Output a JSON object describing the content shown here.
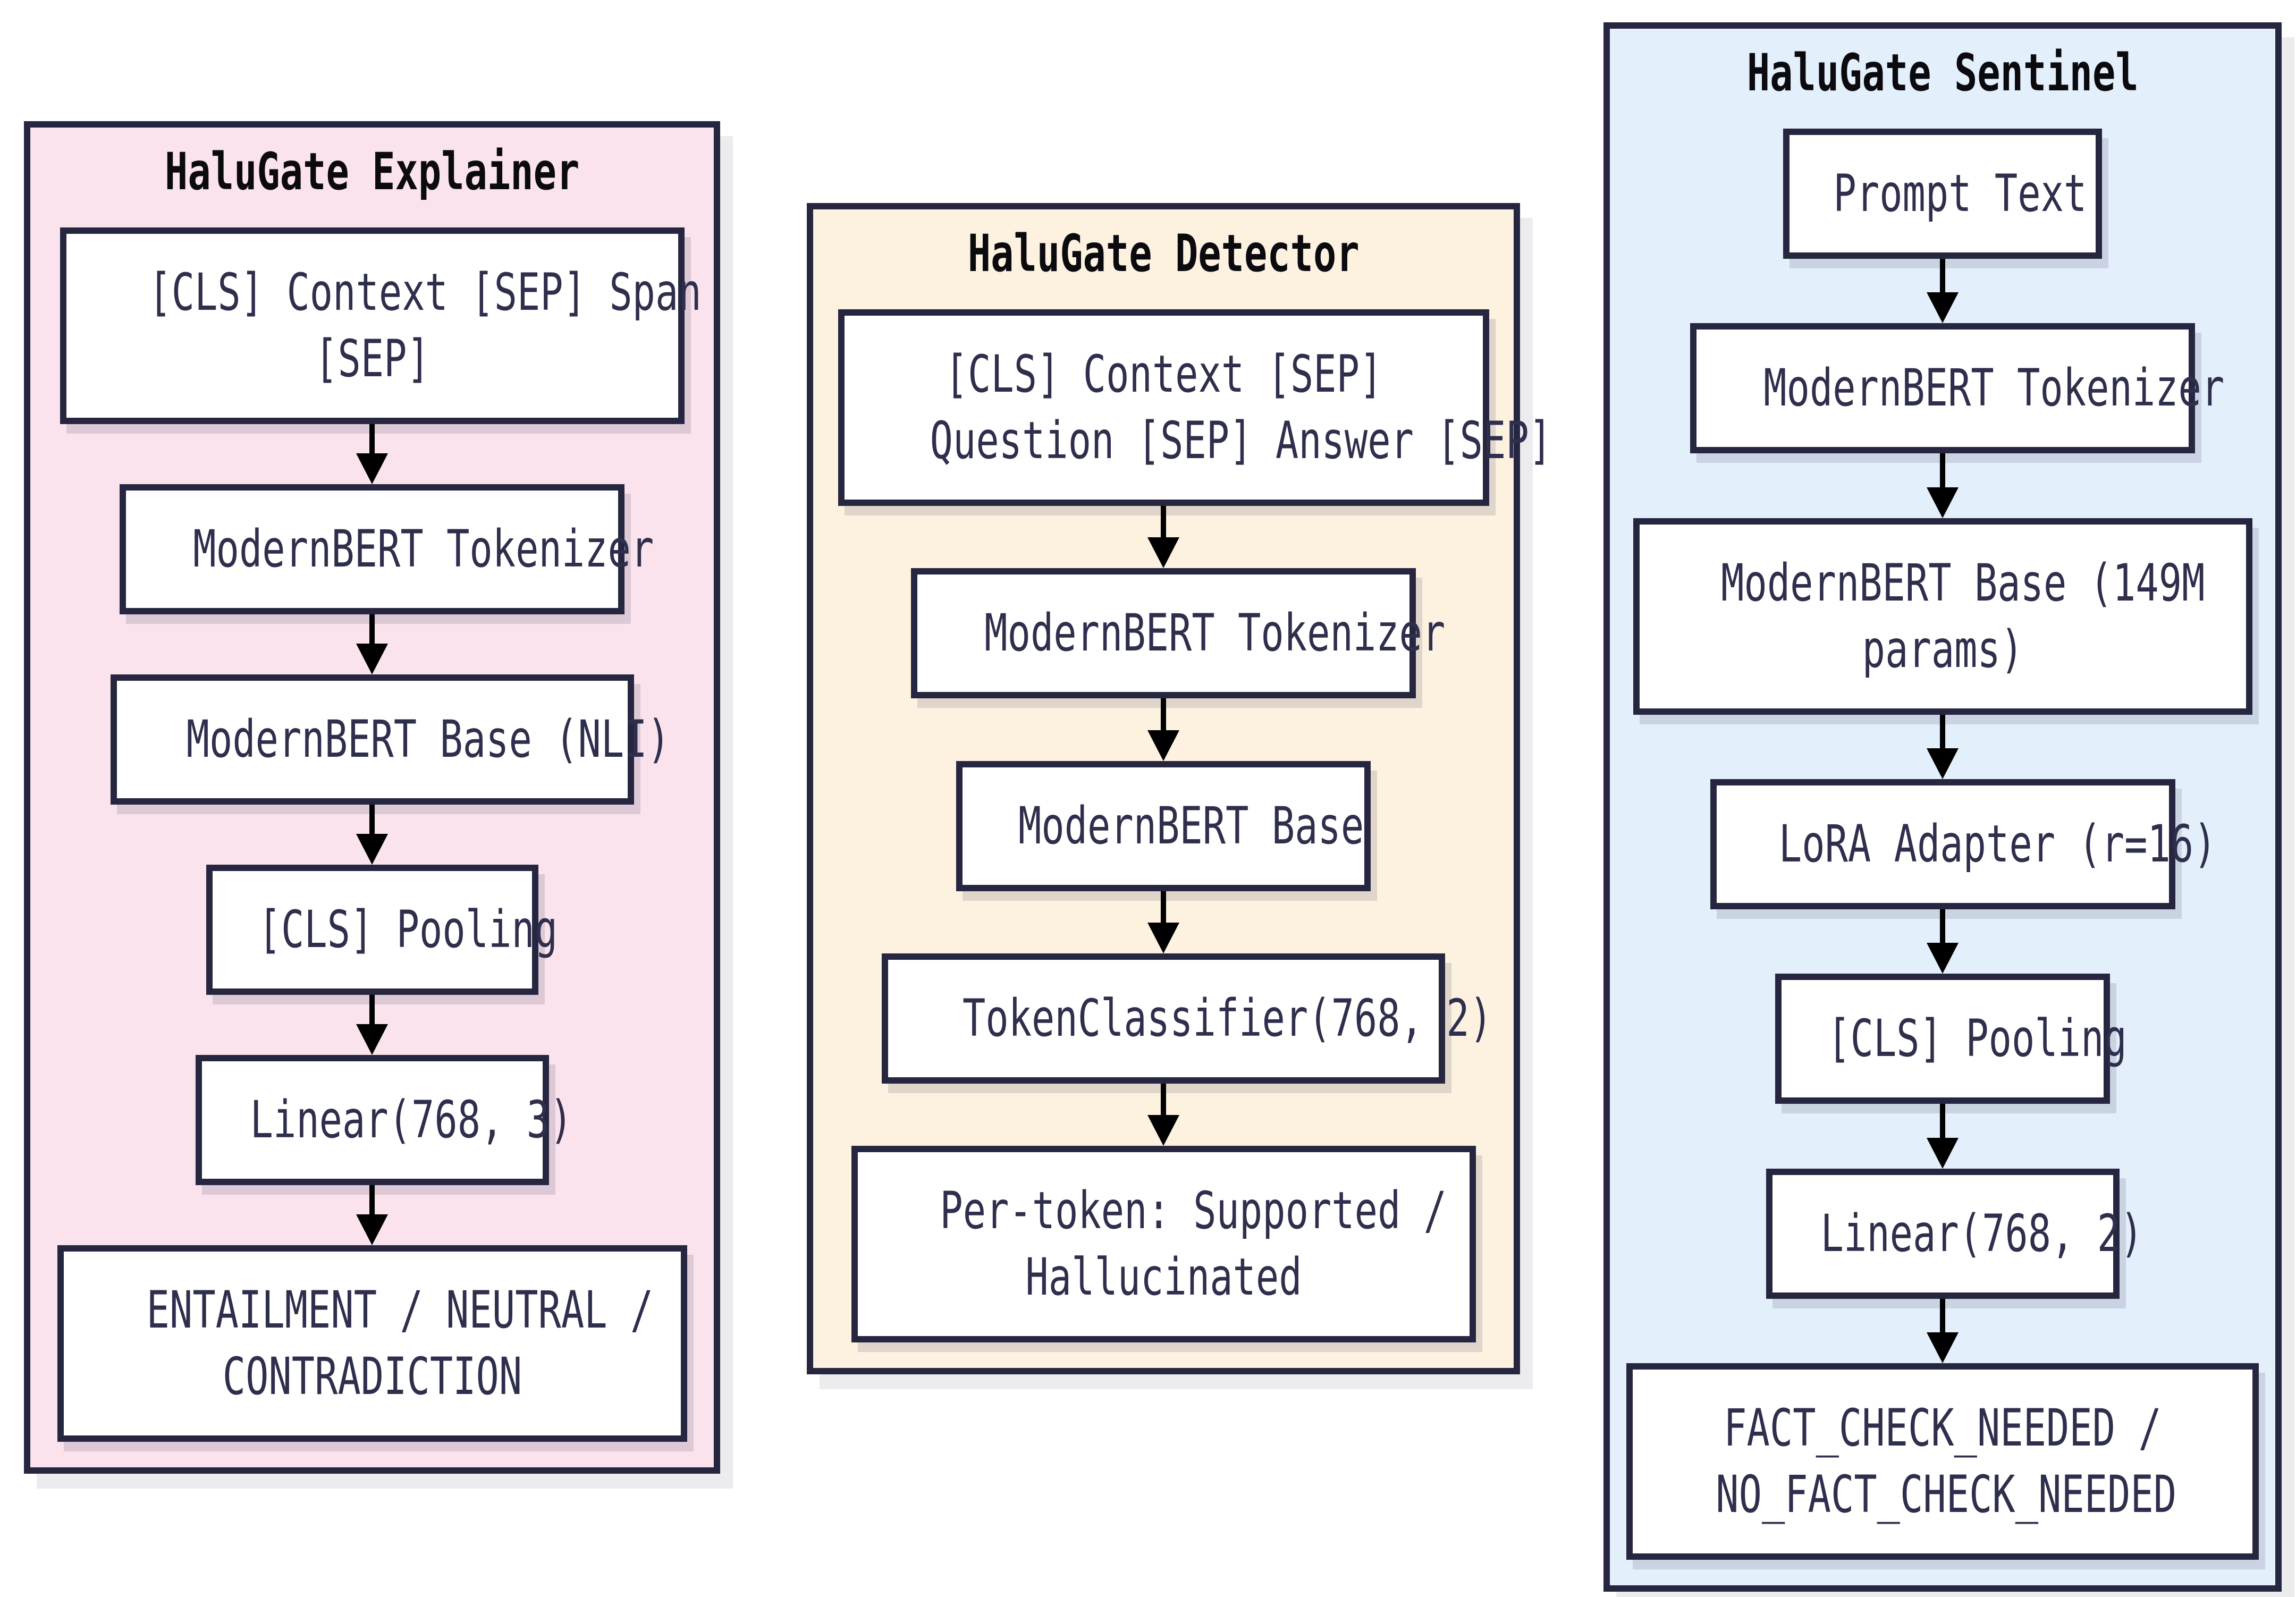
{
  "diagram": {
    "type": "flowchart",
    "orientation": "vertical",
    "panels": [
      {
        "title": "HaluGate Explainer",
        "bg": "#fae3ec",
        "boxes": [
          {
            "lines": [
              "[CLS] Context [SEP] Span",
              "[SEP]"
            ]
          },
          {
            "lines": [
              "ModernBERT Tokenizer"
            ]
          },
          {
            "lines": [
              "ModernBERT Base (NLI)"
            ]
          },
          {
            "lines": [
              "[CLS] Pooling"
            ]
          },
          {
            "lines": [
              "Linear(768, 3)"
            ]
          },
          {
            "lines": [
              "ENTAILMENT / NEUTRAL /",
              "CONTRADICTION"
            ]
          }
        ]
      },
      {
        "title": "HaluGate Detector",
        "bg": "#fdf1e0",
        "boxes": [
          {
            "lines": [
              "[CLS] Context [SEP]",
              "Question [SEP] Answer [SEP]"
            ]
          },
          {
            "lines": [
              "ModernBERT Tokenizer"
            ]
          },
          {
            "lines": [
              "ModernBERT Base"
            ]
          },
          {
            "lines": [
              "TokenClassifier(768, 2)"
            ]
          },
          {
            "lines": [
              "Per-token: Supported /",
              "Hallucinated"
            ]
          }
        ]
      },
      {
        "title": "HaluGate Sentinel",
        "bg": "#e3effb",
        "boxes": [
          {
            "lines": [
              "Prompt Text"
            ]
          },
          {
            "lines": [
              "ModernBERT Tokenizer"
            ]
          },
          {
            "lines": [
              "ModernBERT Base (149M",
              "params)"
            ]
          },
          {
            "lines": [
              "LoRA Adapter (r=16)"
            ]
          },
          {
            "lines": [
              "[CLS] Pooling"
            ]
          },
          {
            "lines": [
              "Linear(768, 2)"
            ]
          },
          {
            "lines": [
              "FACT_CHECK_NEEDED /",
              "NO_FACT_CHECK_NEEDED"
            ]
          }
        ]
      }
    ]
  },
  "colors": {
    "border": "#262640",
    "node_fill": "#ffffff",
    "node_text": "#2e2e4d",
    "title_text": "#0a0a0f",
    "arrow": "#000000",
    "explainer_bg": "#fae3ec",
    "detector_bg": "#fdf1e0",
    "sentinel_bg": "#e3effb"
  }
}
